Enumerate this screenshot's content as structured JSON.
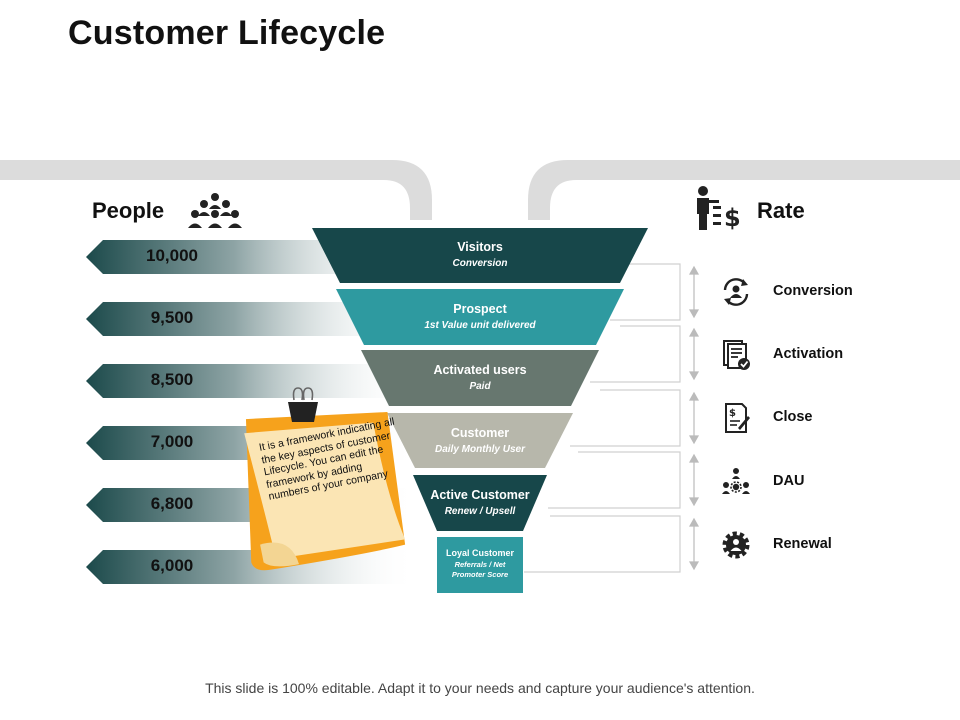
{
  "title": "Customer Lifecycle",
  "people_label": "People",
  "rate_label": "Rate",
  "people_values": [
    "10,000",
    "9,500",
    "8,500",
    "7,000",
    "6,800",
    "6,000"
  ],
  "funnel": [
    {
      "title": "Visitors",
      "sub": "Conversion"
    },
    {
      "title": "Prospect",
      "sub": "1st Value unit delivered"
    },
    {
      "title": "Activated users",
      "sub": "Paid"
    },
    {
      "title": "Customer",
      "sub": "Daily Monthly User"
    },
    {
      "title": "Active Customer",
      "sub": "Renew / Upsell"
    },
    {
      "title": "Loyal Customer",
      "sub": "Referrals / Net Promoter Score"
    }
  ],
  "rates": [
    {
      "label": "Conversion",
      "icon": "refresh-user-icon"
    },
    {
      "label": "Activation",
      "icon": "checklist-icon"
    },
    {
      "label": "Close",
      "icon": "invoice-icon"
    },
    {
      "label": "DAU",
      "icon": "team-gear-icon"
    },
    {
      "label": "Renewal",
      "icon": "gear-user-icon"
    }
  ],
  "note": "It is a framework indicating all the key aspects of customer Lifecycle. You can edit the framework by adding numbers of your company",
  "footer": "This slide is 100% editable. Adapt it to your needs and capture your audience's attention.",
  "colors": {
    "visitors": "#17474a",
    "prospect": "#2e9aa0",
    "activated": "#67776f",
    "customer": "#b7b7ab",
    "active_customer": "#17474a",
    "loyal_customer": "#2e9aa0",
    "band": "#dcdcdc",
    "note_bg": "#f6a21c",
    "note_paper": "#fbe5b4"
  }
}
